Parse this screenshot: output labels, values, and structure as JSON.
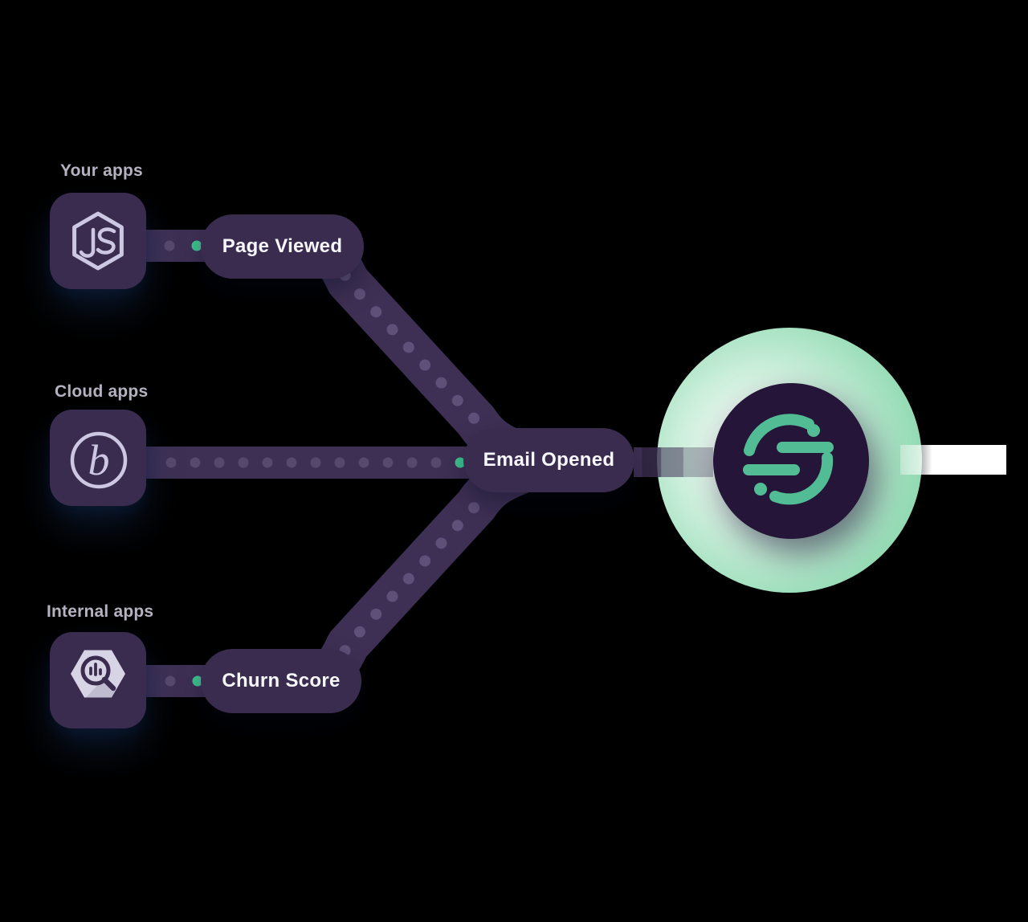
{
  "colors": {
    "background": "#000000",
    "band": "#3e3054",
    "pill_bg": "#3a2c4e",
    "pill_text": "#f7f6fa",
    "label_text": "#b6b2c1",
    "dot_purple": "#57496d",
    "dot_purple_light": "#5e5078",
    "dot_green": "#3fc28e",
    "icon_lavender": "#cdc7e3",
    "bigquery_hex": "#d7d4e6",
    "bigquery_glyph": "#3a2c4e",
    "segment_green": "#52bd95",
    "segment_circle_bg": "#241539",
    "white_band": "#ffffff"
  },
  "sources": [
    {
      "category_label": "Your apps",
      "icon": "nodejs-icon",
      "event_label": "Page Viewed"
    },
    {
      "category_label": "Cloud apps",
      "icon": "braze-icon",
      "event_label": "Email Opened"
    },
    {
      "category_label": "Internal apps",
      "icon": "bigquery-icon",
      "event_label": "Churn Score"
    }
  ],
  "icons": {
    "braze_glyph": "b"
  },
  "destination": {
    "icon": "segment-logo-icon"
  }
}
